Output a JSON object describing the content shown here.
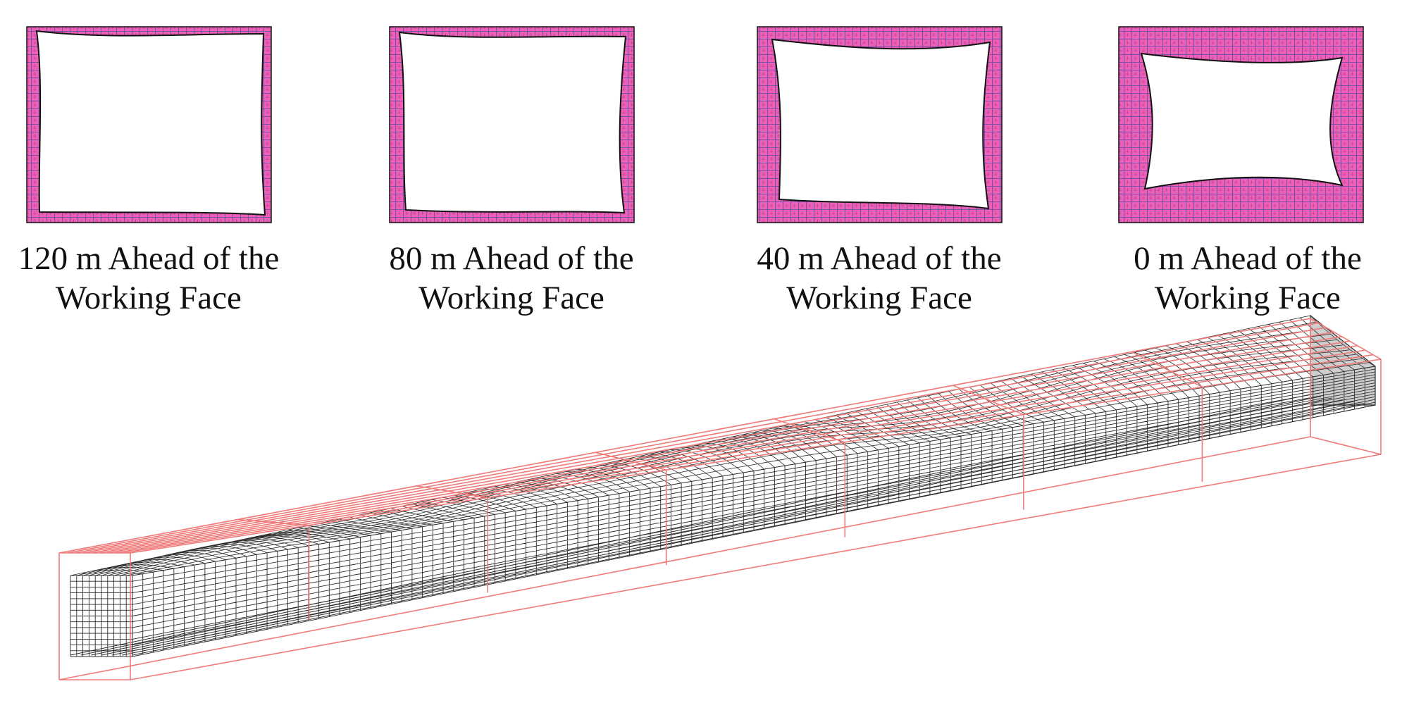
{
  "colors": {
    "section_fill": "#ee5fb6",
    "section_grid": "#7a4fa8",
    "section_outline": "#111111",
    "mesh_line": "#2b2b2b",
    "bounding_box": "#f07a7a",
    "background": "#ffffff"
  },
  "panels": [
    {
      "line1": "120 m Ahead of the",
      "line2": "Working Face"
    },
    {
      "line1": "80 m Ahead of the",
      "line2": "Working Face"
    },
    {
      "line1": "40 m Ahead of the",
      "line2": "Working Face"
    },
    {
      "line1": "0 m Ahead of the",
      "line2": "Working Face"
    }
  ]
}
